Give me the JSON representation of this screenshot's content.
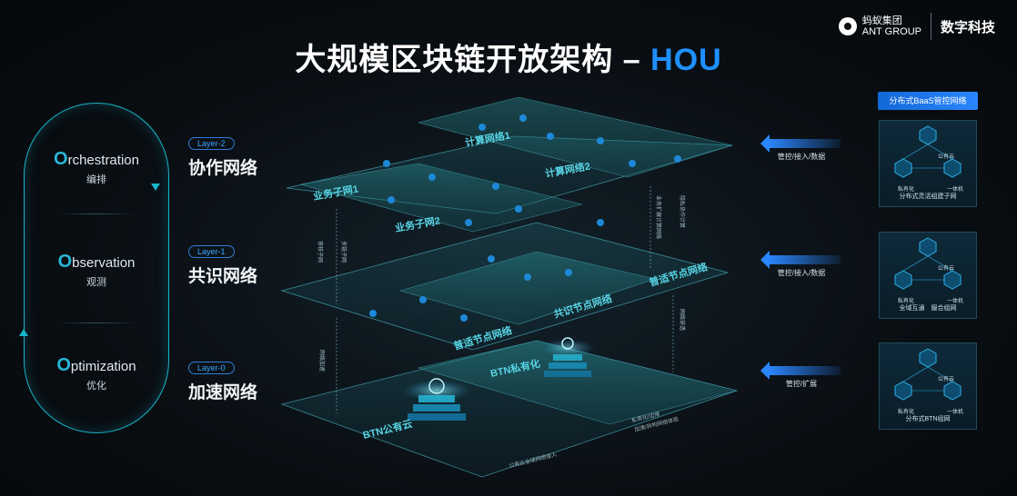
{
  "title": {
    "main": "大规模区块链开放架构 – ",
    "accent": "HOU"
  },
  "brand": {
    "line1": "蚂蚁集团",
    "line2": "ANT GROUP",
    "tech": "数字科技"
  },
  "loop": {
    "items": [
      {
        "cap": "O",
        "rest": "rchestration",
        "cn": "编排"
      },
      {
        "cap": "O",
        "rest": "bservation",
        "cn": "观测"
      },
      {
        "cap": "O",
        "rest": "ptimization",
        "cn": "优化"
      }
    ]
  },
  "layers": [
    {
      "tag": "Layer-2",
      "name": "协作网络"
    },
    {
      "tag": "Layer-1",
      "name": "共识网络"
    },
    {
      "tag": "Layer-0",
      "name": "加速网络"
    }
  ],
  "diagram": {
    "top_labels": [
      "计算网络1",
      "计算网络2",
      "业务子网1",
      "业务子网2"
    ],
    "mid_labels": [
      "普适节点网络",
      "共识节点网络",
      "普适节点网络"
    ],
    "bottom_labels": [
      "BTN私有化",
      "BTN公有云"
    ],
    "notes": {
      "left1": "审核子网",
      "left2": "多链子网",
      "right1": "业务扩展计算网络",
      "right2": "隐私协作计算",
      "left3": "网络加速",
      "right3": "网络穿透",
      "bottom1": "私有化/边缘",
      "bottom2": "加速/异构网络体验",
      "bottom3": "公有云全球网络接入"
    }
  },
  "right": {
    "baas_title": "分布式BaaS管控网络",
    "arrows": [
      "管控/接入/数据",
      "管控/接入/数据",
      "管控/扩展"
    ],
    "panels": [
      {
        "caption": "分布式灵活组建子网",
        "top": "公有云",
        "left": "私有化",
        "right": "一体机"
      },
      {
        "caption": "全域互通　服合组网",
        "top": "公有云",
        "left": "私有化",
        "right": "一体机"
      },
      {
        "caption": "分布式BTN组网",
        "top": "公有云",
        "left": "私有化",
        "right": "一体机"
      }
    ]
  }
}
